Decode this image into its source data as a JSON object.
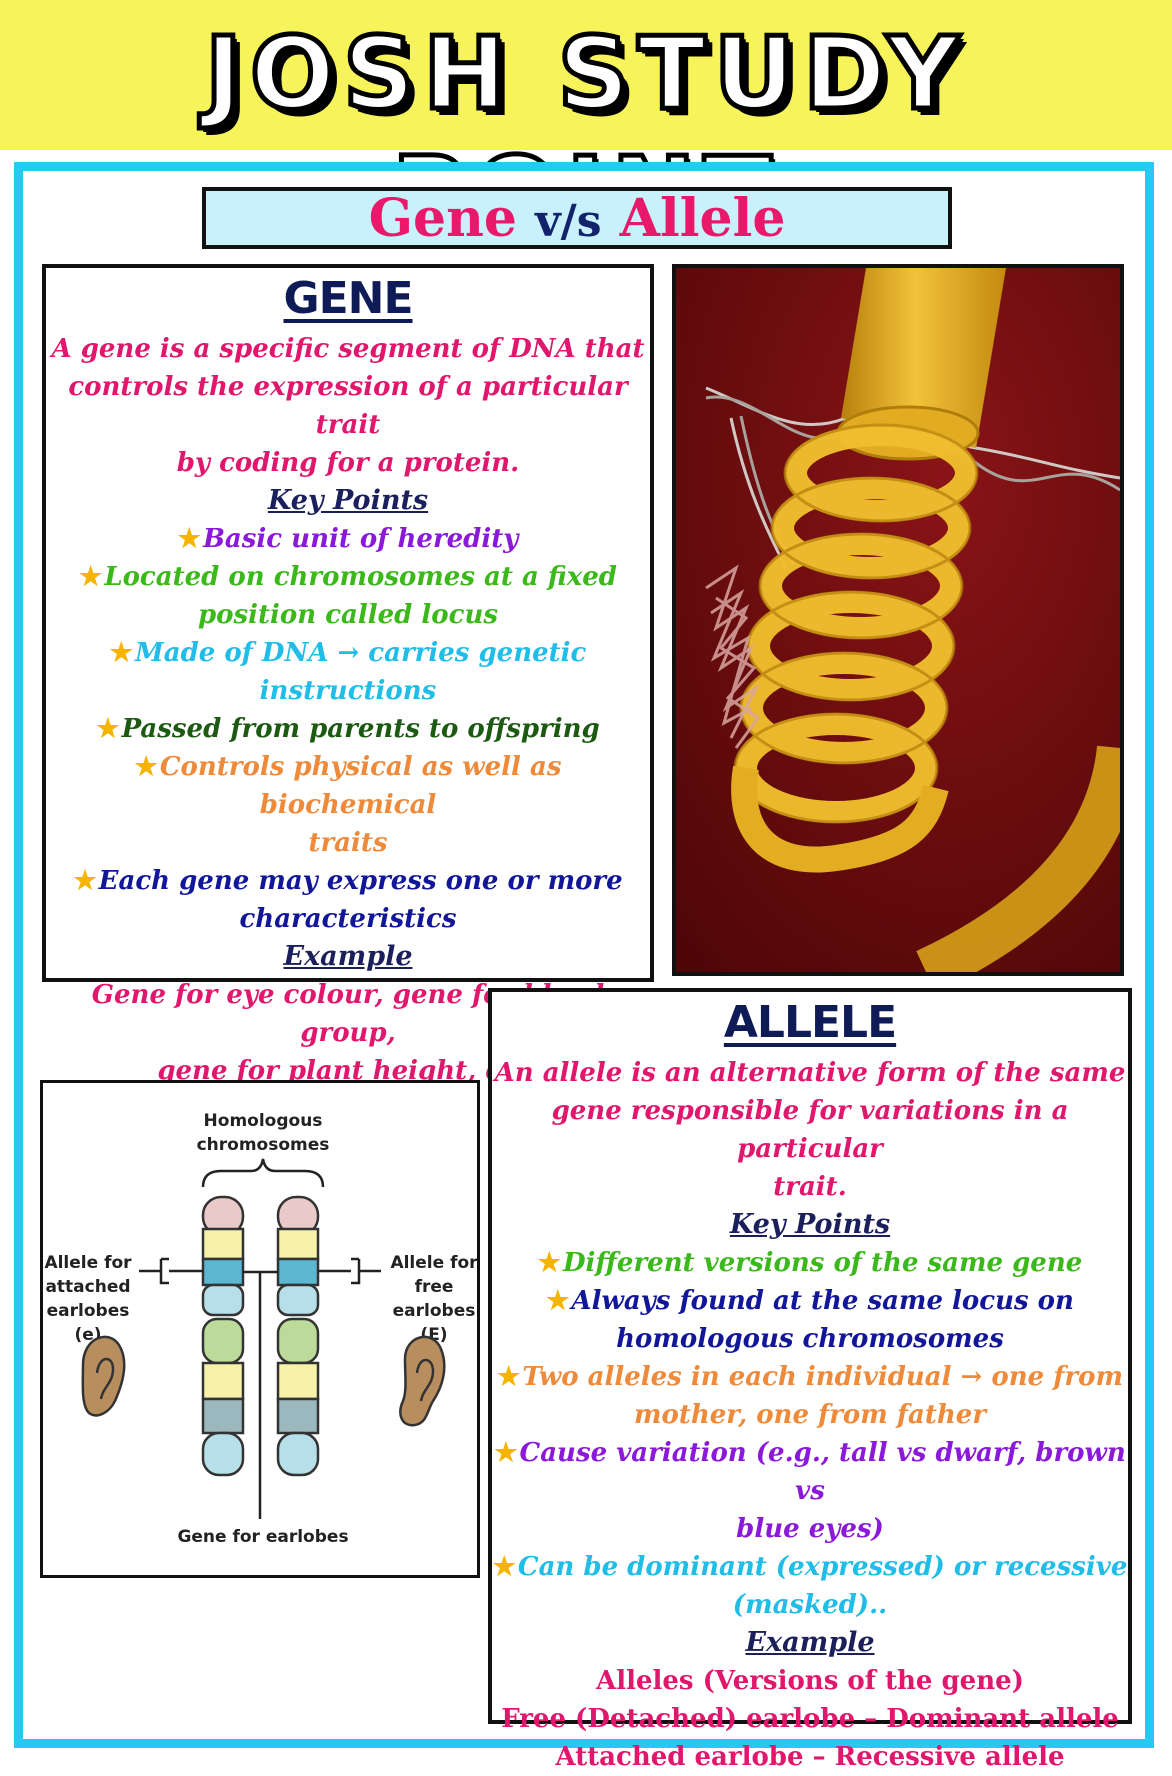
{
  "banner": {
    "title": "JOSH STUDY POINT"
  },
  "title": {
    "left": "Gene",
    "middle": "v/s",
    "right": "Allele"
  },
  "gene": {
    "heading": "GENE",
    "definition": [
      "A gene is a specific segment of DNA that",
      "controls the expression of a particular trait",
      "by coding for a protein."
    ],
    "key_points_label": "Key Points",
    "points": [
      {
        "lines": [
          "Basic unit of heredity"
        ],
        "color": "#8b19d9"
      },
      {
        "lines": [
          "Located on chromosomes at a fixed",
          "position called locus"
        ],
        "color": "#3bb91a"
      },
      {
        "lines": [
          "Made of DNA → carries genetic",
          "instructions"
        ],
        "color": "#1fbde7"
      },
      {
        "lines": [
          "Passed from parents to offspring"
        ],
        "color": "#1c5a12"
      },
      {
        "lines": [
          "Controls physical as well as biochemical",
          "traits"
        ],
        "color": "#ee8a3a"
      },
      {
        "lines": [
          "Each gene may express one or more",
          "characteristics"
        ],
        "color": "#12179a"
      }
    ],
    "example_label": "Example",
    "example": [
      "Gene for eye colour, gene for blood group,",
      "gene for plant height, etc."
    ]
  },
  "allele": {
    "heading": "ALLELE",
    "definition": [
      "An allele is an alternative form of the same",
      "gene responsible for variations in a particular",
      "trait."
    ],
    "key_points_label": "Key Points",
    "points": [
      {
        "lines": [
          "Different versions of the same gene"
        ],
        "color": "#3bb91a"
      },
      {
        "lines": [
          "Always found at the same locus on",
          "homologous chromosomes"
        ],
        "color": "#12179a"
      },
      {
        "lines": [
          "Two alleles in each individual → one from",
          "mother, one from father"
        ],
        "color": "#ee8a3a"
      },
      {
        "lines": [
          "Cause variation (e.g., tall vs dwarf, brown vs",
          "blue eyes)"
        ],
        "color": "#8b19d9"
      },
      {
        "lines": [
          "Can be dominant (expressed) or recessive",
          "(masked).."
        ],
        "color": "#1fbde7"
      }
    ],
    "example_label": "Example",
    "example": [
      "Alleles (Versions of the gene)",
      "Free (Detached) earlobe – Dominant allele",
      "Attached earlobe – Recessive allele"
    ]
  },
  "diagram": {
    "homologous": [
      "Homologous",
      "chromosomes"
    ],
    "left_label": [
      "Allele for",
      "attached",
      "earlobes",
      "(e)"
    ],
    "right_label": [
      "Allele for",
      "free",
      "earlobes",
      "(E)"
    ],
    "bottom_label": "Gene for earlobes"
  },
  "colors": {
    "banner_bg": "#f7f35a",
    "frame": "#27c9f2",
    "title_bg": "#c9f1fc",
    "photo_bg": "#6e0e10",
    "helix": "#e8b41e"
  }
}
